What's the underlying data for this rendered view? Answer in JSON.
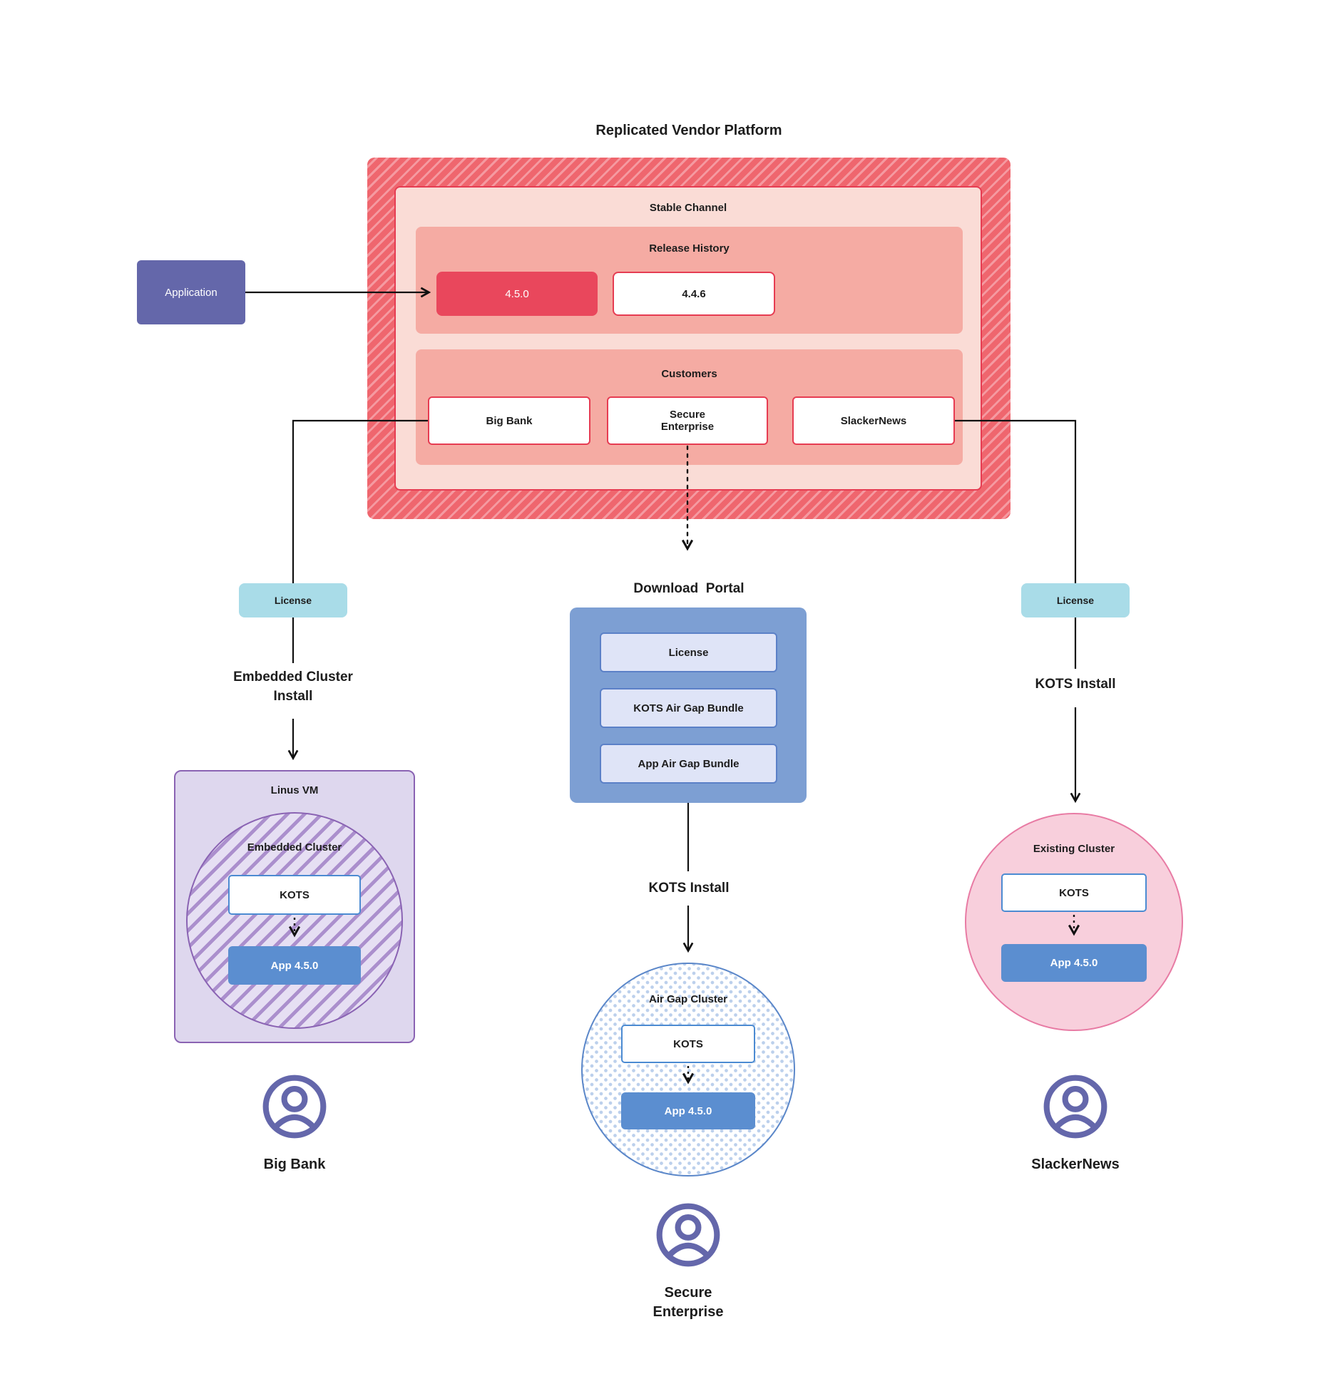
{
  "title": "Replicated Vendor Platform",
  "platform": {
    "stable_channel_label": "Stable Channel",
    "release_history": {
      "label": "Release History",
      "releases": [
        {
          "version": "4.5.0",
          "state": "current"
        },
        {
          "version": "4.4.6",
          "state": "previous"
        }
      ]
    },
    "customers": {
      "label": "Customers",
      "items": [
        {
          "name": "Big Bank"
        },
        {
          "name": "Secure\nEnterprise"
        },
        {
          "name": "SlackerNews"
        }
      ]
    }
  },
  "application_label": "Application",
  "branches": {
    "left": {
      "license_label": "License",
      "install_label": "Embedded Cluster\nInstall",
      "vm_label": "Linus VM",
      "cluster_label": "Embedded Cluster",
      "kots_label": "KOTS",
      "app_label": "App 4.5.0",
      "user_label": "Big Bank"
    },
    "middle": {
      "portal_title": "Download  Portal",
      "portal_items": [
        {
          "label": "License"
        },
        {
          "label": "KOTS Air Gap Bundle"
        },
        {
          "label": "App Air Gap Bundle"
        }
      ],
      "install_label": "KOTS Install",
      "cluster_label": "Air Gap Cluster",
      "kots_label": "KOTS",
      "app_label": "App 4.5.0",
      "user_label": "Secure\nEnterprise"
    },
    "right": {
      "license_label": "License",
      "install_label": "KOTS Install",
      "cluster_label": "Existing Cluster",
      "kots_label": "KOTS",
      "app_label": "App 4.5.0",
      "user_label": "SlackerNews"
    }
  },
  "colors": {
    "hatch_red_dark": "#ef666e",
    "hatch_red_light": "#f59aa1",
    "stable_fill": "#fadcd6",
    "panel_pink": "#f5aba3",
    "red_border": "#e63c52",
    "release_current_fill": "#e9475c",
    "application_purple": "#6467aa",
    "license_cyan": "#a9dce8",
    "portal_blue": "#7d9fd3",
    "portal_item_fill": "#dfe4f7",
    "portal_item_border": "#5b80c7",
    "vm_fill": "#ded7ee",
    "vm_border": "#8a63b3",
    "purple_hatch_stripe": "#ab8fcd",
    "kots_border_blue": "#4c8bd2",
    "app_blue": "#5b8ed0",
    "pink_circle_fill": "#f8cfdc",
    "pink_circle_border": "#e87ba4",
    "dot_blue": "#bcd0ec",
    "user_icon_purple": "#6467ab",
    "connector_black": "#111111"
  }
}
